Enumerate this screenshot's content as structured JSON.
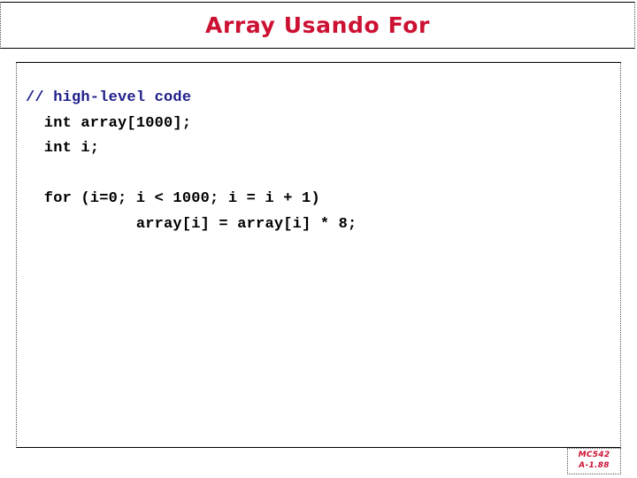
{
  "slide": {
    "title": "Array Usando For",
    "title_color": "#CC1133",
    "background_color": "#FFFFFF"
  },
  "code": {
    "comment_color": "#20208C",
    "default_color": "#000000",
    "lines": [
      {
        "text": "// high-level code",
        "style": "comment"
      },
      {
        "text": "  int array[1000];",
        "style": "normal"
      },
      {
        "text": "  int i;",
        "style": "normal"
      },
      {
        "text": " ",
        "style": "blank"
      },
      {
        "text": "  for (i=0; i < 1000; i = i + 1)",
        "style": "normal"
      },
      {
        "text": "            array[i] = array[i] * 8;",
        "style": "normal"
      }
    ]
  },
  "footer": {
    "course_code": "MC542",
    "slide_number": "A-1.88",
    "color": "#CC1133"
  }
}
